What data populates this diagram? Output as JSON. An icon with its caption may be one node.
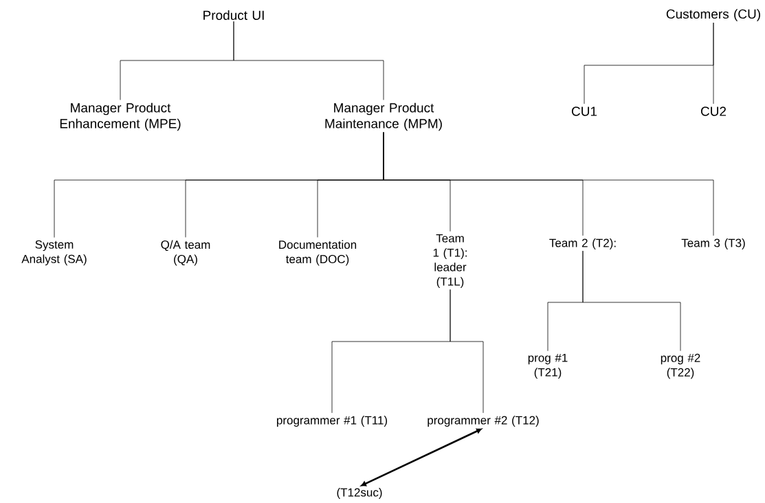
{
  "diagram": {
    "nodes": [
      {
        "text": [
          "Product UI"
        ]
      },
      {
        "text": [
          "Customers (CU)"
        ]
      },
      {
        "text": [
          "Manager Product Enhancement (MPE)"
        ]
      },
      {
        "text": [
          "Manager Product Maintenance (MPM)"
        ]
      },
      {
        "text": [
          "CU1"
        ]
      },
      {
        "text": [
          "CU2"
        ]
      },
      {
        "text": [
          "System Analyst (SA)"
        ]
      },
      {
        "text": [
          "Q/A team (QA)"
        ]
      },
      {
        "text": [
          "Documentation team (DOC)"
        ]
      },
      {
        "text": [
          "Team 1 (T1): leader (T1L)"
        ]
      },
      {
        "text": [
          "Team 2 (T2):"
        ]
      },
      {
        "text": [
          "Team 3 (T3)"
        ]
      },
      {
        "text": [
          "programmer #1 (T11)"
        ]
      },
      {
        "text": [
          "programmer #2 (T12)"
        ]
      },
      {
        "text": [
          "prog #1 (T21)"
        ]
      },
      {
        "text": [
          "prog #2 (T22)"
        ]
      },
      {
        "text": [
          "(T12suc)"
        ]
      }
    ],
    "edges": [
      {
        "from": 0,
        "to": 2,
        "arrow": "none"
      },
      {
        "from": 0,
        "to": 3,
        "arrow": "none"
      },
      {
        "from": 1,
        "to": 4,
        "arrow": "none"
      },
      {
        "from": 1,
        "to": 5,
        "arrow": "none"
      },
      {
        "from": 3,
        "to": 6,
        "arrow": "none"
      },
      {
        "from": 3,
        "to": 7,
        "arrow": "none"
      },
      {
        "from": 3,
        "to": 8,
        "arrow": "none"
      },
      {
        "from": 3,
        "to": 9,
        "arrow": "none"
      },
      {
        "from": 3,
        "to": 10,
        "arrow": "none"
      },
      {
        "from": 3,
        "to": 11,
        "arrow": "none"
      },
      {
        "from": 9,
        "to": 12,
        "arrow": "none"
      },
      {
        "from": 9,
        "to": 13,
        "arrow": "none"
      },
      {
        "from": 10,
        "to": 14,
        "arrow": "none"
      },
      {
        "from": 10,
        "to": 15,
        "arrow": "none"
      },
      {
        "from": 13,
        "to": 16,
        "arrow": "both",
        "style": "thick"
      }
    ]
  }
}
